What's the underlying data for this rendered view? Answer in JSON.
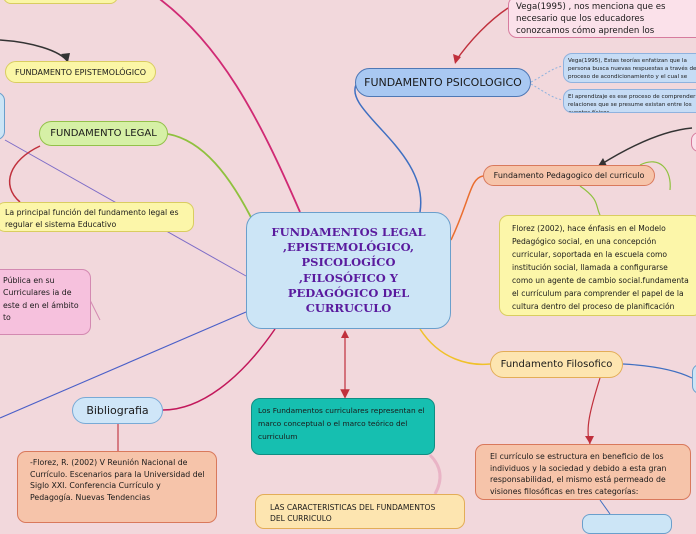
{
  "map": {
    "central": "FUNDAMENTOS LEGAL ,EPISTEMOLÓGICO, PSICOLOGÍCO ,FILOSÓFICO Y PEDAGÓGICO DEL CURRUCULO",
    "fundamento_psicologico": "FUNDAMENTO PSICOLOGICO",
    "fundamento_epistemologico": "FUNDAMENTO EPISTEMOLÓGICO",
    "fundamento_legal": "FUNDAMENTO LEGAL",
    "fundamento_pedagogico": "Fundamento Pedagogico del curriculo",
    "fundamento_filosofico": "Fundamento Filosofico",
    "bibliografia": "Bibliografia",
    "vega_top": "Vega(1995) , nos menciona que es necesario que los educadores conozcamos cómo aprenden los individuos",
    "psico_note_1": "Vega(1995), Estas teorías enfatizan que la persona busca nuevas respuestas a través de un proceso de acondicionamiento y el cual se conoce como aprendizaje",
    "psico_note_2": "El aprendizaje es ese proceso de comprender las relaciones que se presume existan entre los eventos físicos",
    "pedagogico_text": "Florez (2002), hace énfasis en el Modelo Pedagógico social, en una concepción curricular, soportada en la escuela  como institución social, llamada a configurarse como un agente de cambio social.fundamenta el currículum para comprender el papel de la cultura dentro del proceso de planificación curricular",
    "legal_note": "La principal función del fundamento legal es regular el sistema Educativo",
    "publica_note": "Pública en su Curriculares ia de este d en el ámbito to",
    "cyan_note": "Los Fundamentos curriculares representan el marco conceptual o el marco teórico del curriculum",
    "curriculo_filosofico": "El currículo se estructura en beneficio de los individuos y la sociedad y debido a esta gran responsabilidad, el mismo está permeado de visiones filosóficas en tres categorías:",
    "bibliografia_text": "-Florez, R. (2002) V Reunión Nacional de Currículo. Escenarios para la Universidad del Siglo XXI. Conferencia Currículo y Pedagogía. Nuevas Tendencias",
    "caracteristicas": "LAS CARACTERISTICAS DEL FUNDAMENTOS DEL CURRICULO"
  },
  "colors": {
    "background": "#f2d8dc",
    "central_text": "#5a1b9e",
    "branch_magenta": "#d02a74",
    "branch_green": "#8fc13e",
    "branch_orange": "#ea6e2f",
    "branch_yellow": "#f0c12a",
    "branch_blue": "#3f6fc1",
    "branch_red": "#c0303c"
  }
}
